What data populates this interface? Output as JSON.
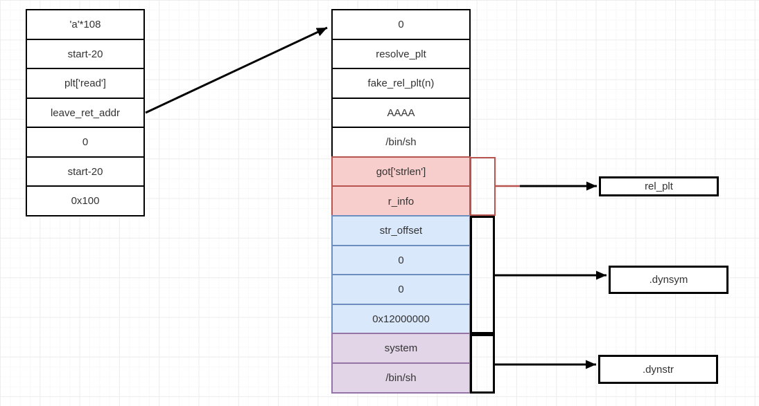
{
  "left_stack": {
    "rows": [
      "'a'*108",
      "start-20",
      "plt['read']",
      "leave_ret_addr",
      "0",
      "start-20",
      "0x100"
    ]
  },
  "right_stack": {
    "rows": [
      "0",
      "resolve_plt",
      "fake_rel_plt(n)",
      "AAAA",
      "/bin/sh",
      "got['strlen']",
      "r_info",
      "str_offset",
      "0",
      "0",
      "0x12000000",
      "system",
      "/bin/sh"
    ],
    "groups": {
      "rel_plt_rows": [
        "got['strlen']",
        "r_info"
      ],
      "dynsym_rows": [
        "str_offset",
        "0",
        "0",
        "0x12000000"
      ],
      "dynstr_rows": [
        "system",
        "/bin/sh"
      ]
    }
  },
  "target_boxes": {
    "rel_plt": "rel_plt",
    "dynsym": ".dynsym",
    "dynstr": ".dynstr"
  },
  "colors": {
    "red_fill": "#f8cecc",
    "red_stroke": "#b85450",
    "blue_fill": "#dae8fc",
    "blue_stroke": "#6c8ebf",
    "purple_fill": "#e1d5e7",
    "purple_stroke": "#9673a6",
    "arrow": "#000000",
    "text": "#333333"
  }
}
